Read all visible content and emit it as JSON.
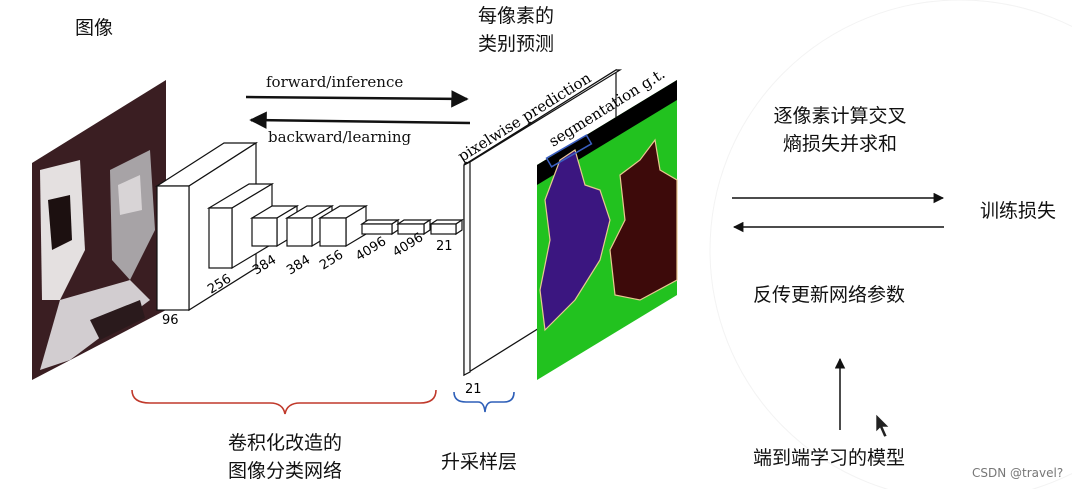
{
  "labels": {
    "image": "图像",
    "per_pixel_line1": "每像素的",
    "per_pixel_line2": "类别预测",
    "forward": "forward/inference",
    "backward": "backward/learning",
    "pixelwise": "pixelwise prediction",
    "segmentation": "segmentation g.t.",
    "cross_entropy_line1": "逐像素计算交叉",
    "cross_entropy_line2": "熵损失并求和",
    "train_loss": "训练损失",
    "backprop": "反传更新网络参数",
    "end_to_end": "端到端学习的模型",
    "conv_line1": "卷积化改造的",
    "conv_line2": "图像分类网络",
    "upsample": "升采样层",
    "watermark": "CSDN @travel?"
  },
  "layer_sizes": [
    "96",
    "256",
    "384",
    "384",
    "256",
    "4096",
    "4096",
    "21"
  ],
  "output_size": "21",
  "colors": {
    "brace_red": "#c0392b",
    "brace_blue": "#2e5fb8",
    "seg_green": "#22c21f",
    "seg_purple": "#3b1680",
    "seg_darkred": "#3d0a0a",
    "seg_outline": "#e8c890"
  }
}
